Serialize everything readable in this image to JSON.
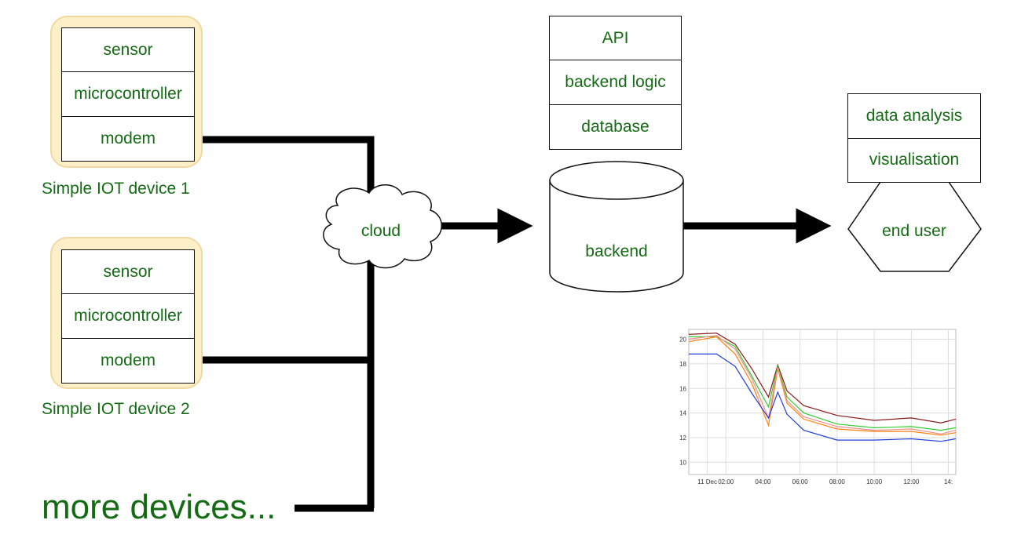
{
  "device1": {
    "layers": [
      "sensor",
      "microcontroller",
      "modem"
    ],
    "caption": "Simple IOT device 1"
  },
  "device2": {
    "layers": [
      "sensor",
      "microcontroller",
      "modem"
    ],
    "caption": "Simple IOT device 2"
  },
  "more_devices": "more devices...",
  "cloud": {
    "label": "cloud"
  },
  "backend_stack": {
    "layers": [
      "API",
      "backend logic",
      "database"
    ]
  },
  "backend": {
    "label": "backend"
  },
  "end_user_stack": {
    "layers": [
      "data analysis",
      "visualisation"
    ]
  },
  "end_user": {
    "label": "end user"
  },
  "colors": {
    "text_green": "#146b14",
    "device_fill": "#fdf0c8",
    "device_border": "#f0d9a0"
  },
  "chart_data": {
    "type": "line",
    "title": "",
    "xlabel": "",
    "ylabel": "",
    "x_tick_labels": [
      "11 Dec",
      "02:00",
      "04:00",
      "06:00",
      "08:00",
      "10:00",
      "12:00",
      "14:"
    ],
    "y_tick_labels": [
      "10",
      "12",
      "14",
      "16",
      "18",
      "20"
    ],
    "ylim": [
      9,
      20.8
    ],
    "xlim": [
      0,
      14.4
    ],
    "grid": true,
    "series": [
      {
        "color": "#8b1a1a",
        "x": [
          0,
          1.5,
          2.5,
          3.4,
          4.3,
          4.8,
          5.3,
          6.2,
          8,
          10,
          12,
          13.6,
          14.4
        ],
        "y": [
          20.4,
          20.5,
          19.6,
          17.6,
          15.3,
          17.9,
          15.8,
          14.6,
          13.8,
          13.4,
          13.6,
          13.2,
          13.5
        ]
      },
      {
        "color": "#33cc33",
        "x": [
          0,
          1.5,
          2.5,
          3.4,
          4.3,
          4.8,
          5.3,
          6.2,
          8,
          10,
          12,
          13.6,
          14.4
        ],
        "y": [
          20.2,
          20.2,
          19.4,
          17.0,
          14.5,
          17.8,
          15.3,
          14.0,
          13.1,
          12.8,
          12.9,
          12.6,
          12.8
        ]
      },
      {
        "color": "#ff7f0e",
        "x": [
          0,
          1.5,
          2.5,
          3.4,
          4.3,
          4.8,
          5.3,
          6.2,
          8,
          10,
          12,
          13.6,
          14.4
        ],
        "y": [
          19.8,
          20.2,
          18.8,
          16.4,
          13.0,
          17.6,
          14.8,
          13.5,
          12.7,
          12.5,
          12.5,
          12.2,
          12.4
        ]
      },
      {
        "color": "#f09090",
        "x": [
          0,
          1.5,
          2.5,
          3.4,
          4.3,
          4.8,
          5.3,
          6.2,
          8,
          10,
          12,
          13.6,
          14.4
        ],
        "y": [
          20.0,
          20.3,
          19.2,
          16.8,
          13.6,
          17.7,
          15.0,
          13.7,
          12.9,
          12.6,
          12.7,
          12.3,
          12.6
        ]
      },
      {
        "color": "#1f3fd8",
        "x": [
          0,
          1.5,
          2.5,
          3.4,
          4.3,
          4.8,
          5.3,
          6.2,
          8,
          10,
          12,
          13.6,
          14.4
        ],
        "y": [
          18.8,
          18.8,
          17.8,
          15.6,
          13.6,
          15.7,
          13.9,
          12.6,
          11.8,
          11.8,
          11.9,
          11.7,
          11.9
        ]
      }
    ]
  }
}
